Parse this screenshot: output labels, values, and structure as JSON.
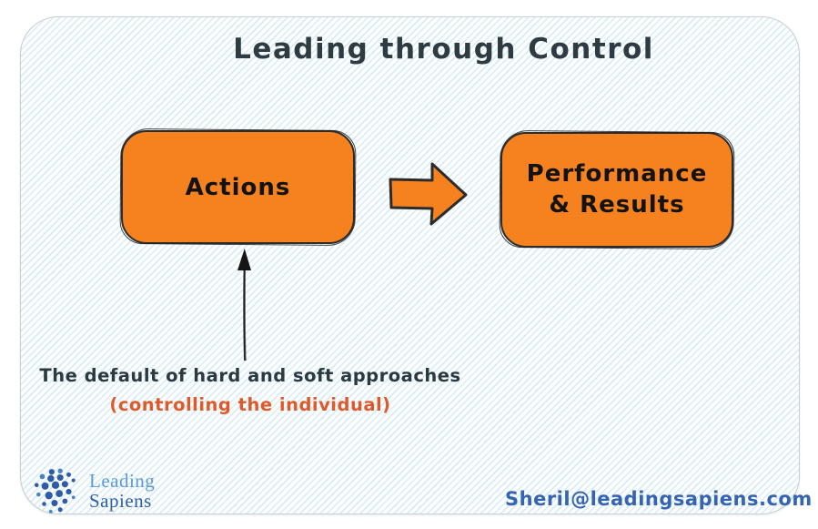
{
  "title": "Leading through Control",
  "diagram": {
    "actions_box": {
      "label": "Actions"
    },
    "performance_box": {
      "line1": "Performance",
      "line2": "& Results"
    },
    "caption": {
      "line1": "The default of hard and soft approaches",
      "line2": "(controlling the individual)"
    }
  },
  "footer": {
    "logo": {
      "line1": "Leading",
      "line2": "Sapiens"
    },
    "email": "Sheril@leadingsapiens.com"
  },
  "colors": {
    "box_fill": "#F5821F",
    "sketch_outline": "#2B2B2B",
    "title_text": "#2E3B42",
    "caption_text": "#2B3940",
    "caption_accent": "#DE5A2A",
    "email_text": "#3565B2",
    "logo_leading_blue": "#5B9BD5",
    "logo_sapiens_blue": "#2E5FA3",
    "stripe_blue": "#D9ECF6",
    "card_border": "#C7CED4"
  }
}
